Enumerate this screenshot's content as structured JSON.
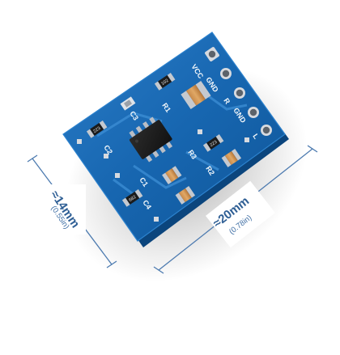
{
  "dimensions": {
    "height_main": "≈14mm",
    "height_sub": "(0.55in)",
    "width_main": "≈20mm",
    "width_sub": "(0.78in)"
  },
  "board": {
    "silkscreen": {
      "vcc": "VCC",
      "gnd_top": "GND",
      "gnd_mid": "GND",
      "r": "R",
      "l": "L",
      "r1": "R1",
      "r2": "R2",
      "r3": "R3",
      "c1": "C1",
      "c2": "C2",
      "c3": "C3",
      "c4": "C4",
      "code_ic": "102",
      "code_left": "223",
      "code_mid": "223",
      "code_bottom": "682"
    },
    "colors": {
      "pcb": "#1766b0",
      "pcb_edge": "#0d4b87",
      "copper_pad": "#c9ccd2",
      "ic_body": "#1d1d1d"
    }
  }
}
